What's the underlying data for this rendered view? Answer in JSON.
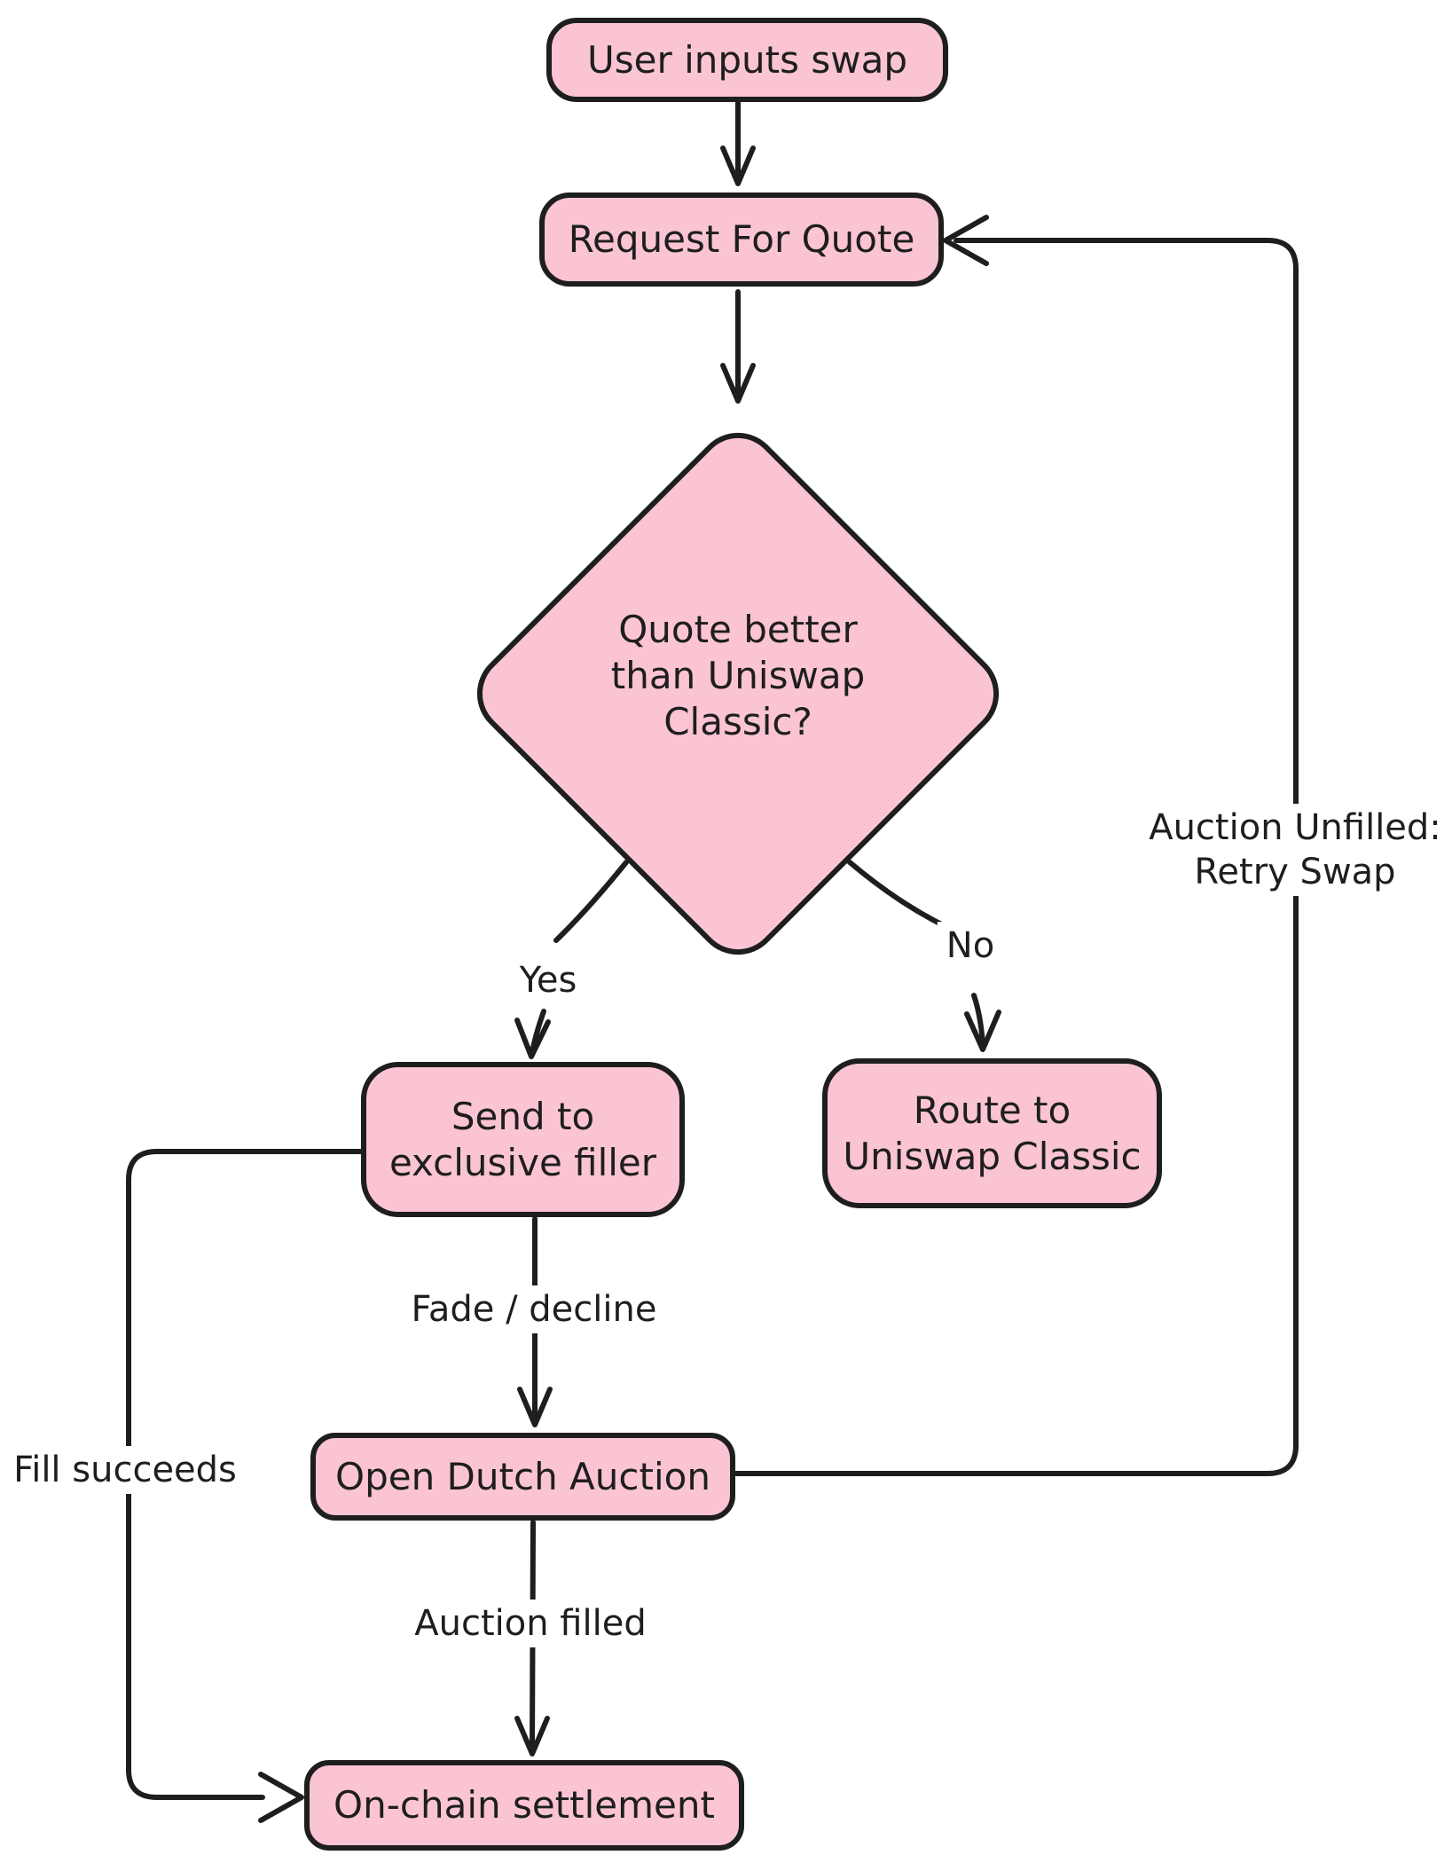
{
  "colors": {
    "node_fill": "#fbc4d3",
    "stroke": "#1e1e1e",
    "background": "#ffffff"
  },
  "nodes": {
    "user_inputs_swap": {
      "label": "User inputs swap"
    },
    "request_for_quote": {
      "label": "Request For Quote"
    },
    "quote_decision": {
      "lines": [
        "Quote better",
        "than Uniswap",
        "Classic?"
      ]
    },
    "send_to_filler": {
      "lines": [
        "Send to",
        "exclusive filler"
      ]
    },
    "route_to_classic": {
      "lines": [
        "Route to",
        "Uniswap Classic"
      ]
    },
    "open_dutch_auction": {
      "label": "Open Dutch Auction"
    },
    "onchain_settlement": {
      "label": "On-chain settlement"
    }
  },
  "edge_labels": {
    "yes": "Yes",
    "no": "No",
    "fade_decline": "Fade / decline",
    "auction_filled": "Auction filled",
    "fill_succeeds": "Fill succeeds",
    "auction_unfilled": {
      "lines": [
        "Auction Unfilled:",
        "Retry Swap"
      ]
    }
  }
}
